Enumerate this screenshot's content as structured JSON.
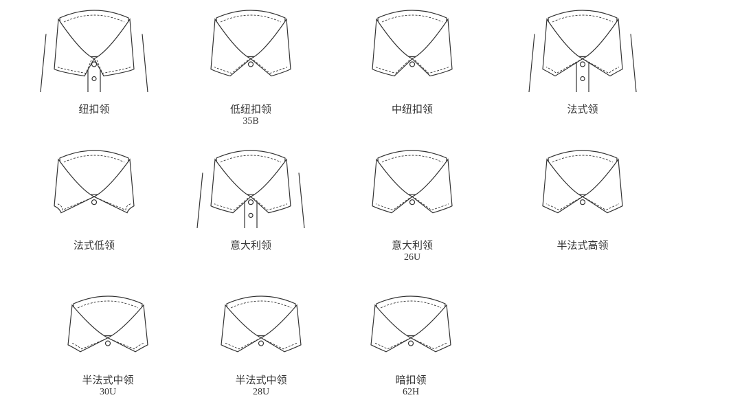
{
  "collars": [
    {
      "name": "纽扣领",
      "code": ""
    },
    {
      "name": "低纽扣领",
      "code": "35B"
    },
    {
      "name": "中纽扣领",
      "code": ""
    },
    {
      "name": "法式领",
      "code": ""
    },
    {
      "name": "法式低领",
      "code": ""
    },
    {
      "name": "意大利领",
      "code": ""
    },
    {
      "name": "意大利领",
      "code": "26U"
    },
    {
      "name": "半法式高领",
      "code": ""
    },
    {
      "name": "半法式中领",
      "code": "30U"
    },
    {
      "name": "半法式中领",
      "code": "28U"
    },
    {
      "name": "暗扣领",
      "code": "62H"
    }
  ],
  "colors": {
    "line": "#333333",
    "background": "#ffffff"
  }
}
